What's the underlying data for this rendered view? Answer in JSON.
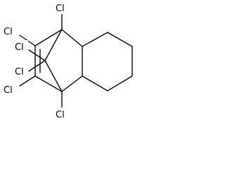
{
  "molecule": {
    "atoms": [
      {
        "symbol": "Cl"
      },
      {
        "symbol": "Cl"
      },
      {
        "symbol": "Cl"
      },
      {
        "symbol": "Cl"
      },
      {
        "symbol": "Cl"
      },
      {
        "symbol": "Cl"
      }
    ]
  },
  "colors": {
    "bond": "#000000",
    "label": "#000000",
    "background": "#ffffff"
  }
}
